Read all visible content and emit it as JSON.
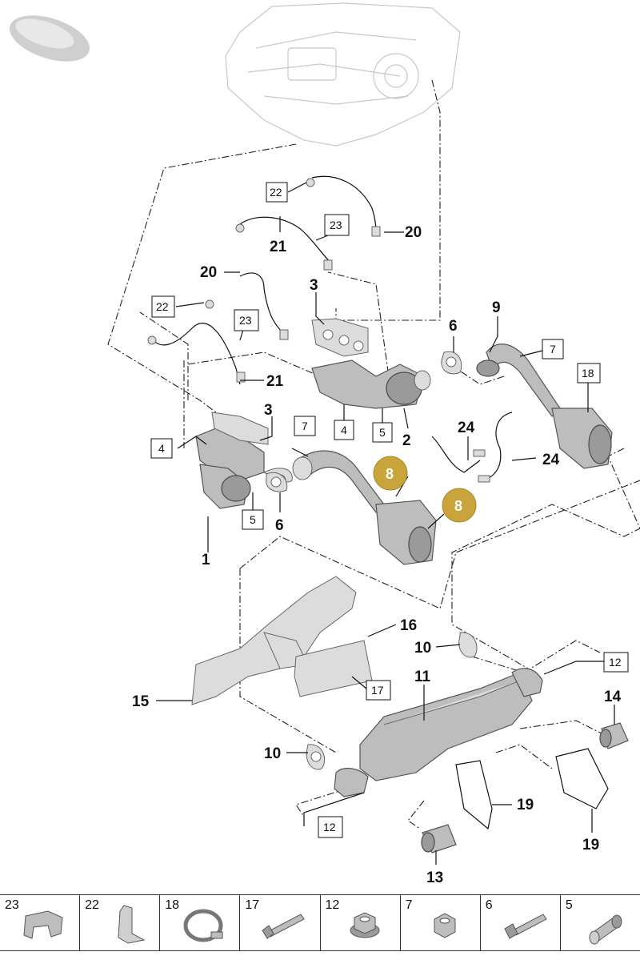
{
  "callouts": {
    "c1": "1",
    "c2": "2",
    "c3a": "3",
    "c3b": "3",
    "c6a": "6",
    "c6b": "6",
    "c8a": "8",
    "c8b": "8",
    "c9": "9",
    "c10a": "10",
    "c10b": "10",
    "c11": "11",
    "c13": "13",
    "c14": "14",
    "c15": "15",
    "c16": "16",
    "c19a": "19",
    "c19b": "19",
    "c20a": "20",
    "c20b": "20",
    "c21a": "21",
    "c21b": "21",
    "c24a": "24",
    "c24b": "24"
  },
  "boxed": {
    "b22a": "22",
    "b23a": "23",
    "b22b": "22",
    "b23b": "23",
    "b7a": "7",
    "b7b": "7",
    "b18": "18",
    "b4a": "4",
    "b4b": "4",
    "b5a": "5",
    "b5b": "5",
    "b12a": "12",
    "b12b": "12",
    "b17": "17"
  },
  "badge_color": "#c9a43a",
  "legend": [
    {
      "num": "23",
      "icon": "bracket-clip-icon"
    },
    {
      "num": "22",
      "icon": "mounting-bracket-icon"
    },
    {
      "num": "18",
      "icon": "hose-clamp-icon"
    },
    {
      "num": "17",
      "icon": "bolt-icon"
    },
    {
      "num": "12",
      "icon": "flange-nut-icon"
    },
    {
      "num": "7",
      "icon": "hex-nut-icon"
    },
    {
      "num": "6",
      "icon": "stud-bolt-icon"
    },
    {
      "num": "5",
      "icon": "sleeve-icon"
    }
  ]
}
